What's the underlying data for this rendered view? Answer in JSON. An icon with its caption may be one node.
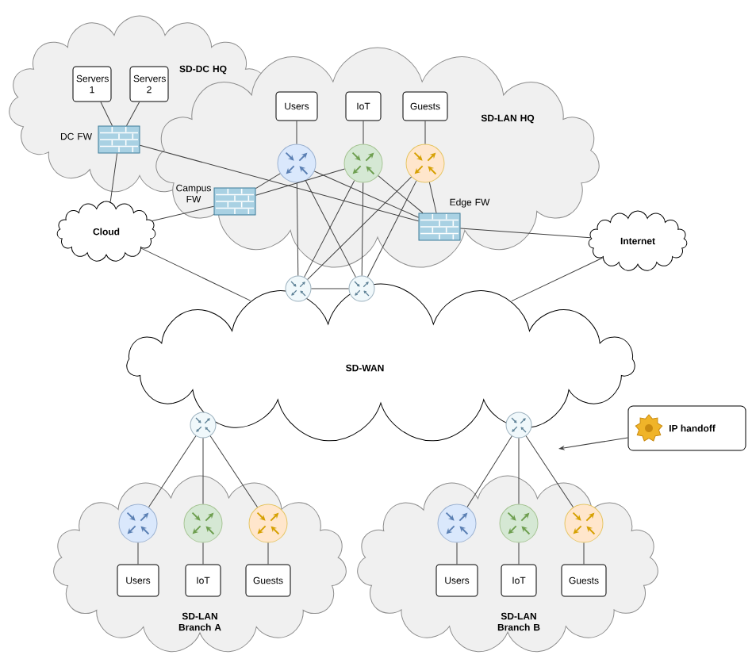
{
  "diagram": {
    "nodes": [
      {
        "text": [
          "SD-DC HQ"
        ]
      },
      {
        "text": [
          "Servers 1"
        ],
        "in": 0
      },
      {
        "text": [
          "Servers 2"
        ],
        "in": 0
      },
      {
        "text": [
          "DC FW"
        ],
        "in": 0
      },
      {
        "text": [
          "SD-LAN HQ"
        ]
      },
      {
        "text": [
          "Users"
        ],
        "in": 4
      },
      {
        "text": [
          "IoT"
        ],
        "in": 4
      },
      {
        "text": [
          "Guests"
        ],
        "in": 4
      },
      {
        "text": [],
        "shape": "circle",
        "in": 4
      },
      {
        "text": [],
        "shape": "circle",
        "in": 4
      },
      {
        "text": [],
        "shape": "circle",
        "in": 4
      },
      {
        "text": [
          "Campus FW"
        ],
        "in": 4
      },
      {
        "text": [
          "Edge FW"
        ],
        "in": 4
      },
      {
        "text": [
          "Cloud"
        ]
      },
      {
        "text": [
          "Internet"
        ]
      },
      {
        "text": [
          "SD-WAN"
        ]
      },
      {
        "text": [],
        "shape": "circle"
      },
      {
        "text": [],
        "shape": "circle"
      },
      {
        "text": [],
        "shape": "circle",
        "in": 15
      },
      {
        "text": [],
        "shape": "circle",
        "in": 15
      },
      {
        "text": [
          "SD-LAN Branch A"
        ]
      },
      {
        "text": [],
        "shape": "circle",
        "in": 20
      },
      {
        "text": [],
        "shape": "circle",
        "in": 20
      },
      {
        "text": [],
        "shape": "circle",
        "in": 20
      },
      {
        "text": [
          "Users"
        ],
        "in": 20
      },
      {
        "text": [
          "IoT"
        ],
        "in": 20
      },
      {
        "text": [
          "Guests"
        ],
        "in": 20
      },
      {
        "text": [
          "SD-LAN Branch B"
        ]
      },
      {
        "text": [],
        "shape": "circle",
        "in": 27
      },
      {
        "text": [],
        "shape": "circle",
        "in": 27
      },
      {
        "text": [],
        "shape": "circle",
        "in": 27
      },
      {
        "text": [
          "Users"
        ],
        "in": 27
      },
      {
        "text": [
          "IoT"
        ],
        "in": 27
      },
      {
        "text": [
          "Guests"
        ],
        "in": 27
      },
      {
        "text": [
          "IP handoff"
        ]
      }
    ],
    "edges": [
      {
        "from": 1,
        "to": 3,
        "arrow": "none"
      },
      {
        "from": 2,
        "to": 3,
        "arrow": "none"
      },
      {
        "from": 3,
        "to": 13,
        "arrow": "none"
      },
      {
        "from": 3,
        "to": 12,
        "arrow": "none"
      },
      {
        "from": 5,
        "to": 8,
        "arrow": "none"
      },
      {
        "from": 6,
        "to": 9,
        "arrow": "none"
      },
      {
        "from": 7,
        "to": 10,
        "arrow": "none"
      },
      {
        "from": 11,
        "to": 13,
        "arrow": "none"
      },
      {
        "from": 11,
        "to": 8,
        "arrow": "none"
      },
      {
        "from": 11,
        "to": 9,
        "arrow": "none"
      },
      {
        "from": 8,
        "to": 12,
        "arrow": "none"
      },
      {
        "from": 9,
        "to": 12,
        "arrow": "none"
      },
      {
        "from": 10,
        "to": 12,
        "arrow": "none"
      },
      {
        "from": 8,
        "to": 16,
        "arrow": "none"
      },
      {
        "from": 8,
        "to": 17,
        "arrow": "none"
      },
      {
        "from": 9,
        "to": 16,
        "arrow": "none"
      },
      {
        "from": 9,
        "to": 17,
        "arrow": "none"
      },
      {
        "from": 10,
        "to": 16,
        "arrow": "none"
      },
      {
        "from": 10,
        "to": 17,
        "arrow": "none"
      },
      {
        "from": 16,
        "to": 17,
        "arrow": "none"
      },
      {
        "from": 12,
        "to": 14,
        "arrow": "none"
      },
      {
        "from": 13,
        "to": 15,
        "arrow": "none"
      },
      {
        "from": 14,
        "to": 15,
        "arrow": "none"
      },
      {
        "from": 18,
        "to": 21,
        "arrow": "none"
      },
      {
        "from": 18,
        "to": 22,
        "arrow": "none"
      },
      {
        "from": 18,
        "to": 23,
        "arrow": "none"
      },
      {
        "from": 21,
        "to": 24,
        "arrow": "none"
      },
      {
        "from": 22,
        "to": 25,
        "arrow": "none"
      },
      {
        "from": 23,
        "to": 26,
        "arrow": "none"
      },
      {
        "from": 19,
        "to": 28,
        "arrow": "none"
      },
      {
        "from": 19,
        "to": 29,
        "arrow": "none"
      },
      {
        "from": 19,
        "to": 30,
        "arrow": "none"
      },
      {
        "from": 28,
        "to": 31,
        "arrow": "none"
      },
      {
        "from": 29,
        "to": 32,
        "arrow": "none"
      },
      {
        "from": 30,
        "to": 33,
        "arrow": "none"
      },
      {
        "from": 34,
        "to": null,
        "arrow": "to"
      }
    ]
  }
}
